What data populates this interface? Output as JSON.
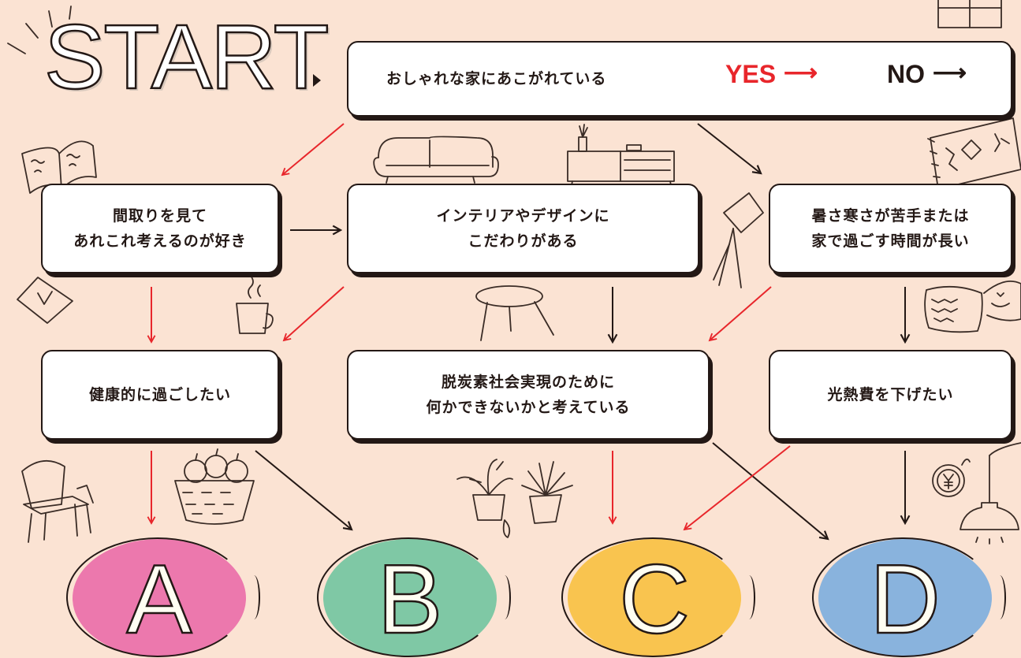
{
  "start": {
    "title": "START"
  },
  "question_start": {
    "text": "おしゃれな家にあこがれている"
  },
  "legend": {
    "yes_label": "YES",
    "no_label": "NO",
    "arrow": "⟶"
  },
  "questions": {
    "madori": "間取りを見て\nあれこれ考えるのが好き",
    "interior": "インテリアやデザインに\nこだわりがある",
    "temperature": "暑さ寒さが苦手または\n家で過ごす時間が長い",
    "health": "健康的に過ごしたい",
    "decarbon": "脱炭素社会実現のために\n何かできないかと考えている",
    "energy_cost": "光熱費を下げたい"
  },
  "results": [
    {
      "letter": "A",
      "color": "#ec78ad"
    },
    {
      "letter": "B",
      "color": "#7fc8a5"
    },
    {
      "letter": "C",
      "color": "#f9c44f"
    },
    {
      "letter": "D",
      "color": "#89b3dd"
    }
  ],
  "colors": {
    "yes_arrow": "#e8262b",
    "no_arrow": "#231815",
    "background": "#fbe3d3"
  },
  "decorations": [
    "book-icon",
    "sofa-icon",
    "sideboard-icon",
    "rug-icon",
    "house-icon",
    "mug-icon",
    "floor-lamp-icon",
    "side-table-icon",
    "pillow-icon",
    "armchair-icon",
    "fruit-basket-icon",
    "plants-icon",
    "yen-coin-icon",
    "pendant-lamp-icon",
    "window-icon"
  ]
}
